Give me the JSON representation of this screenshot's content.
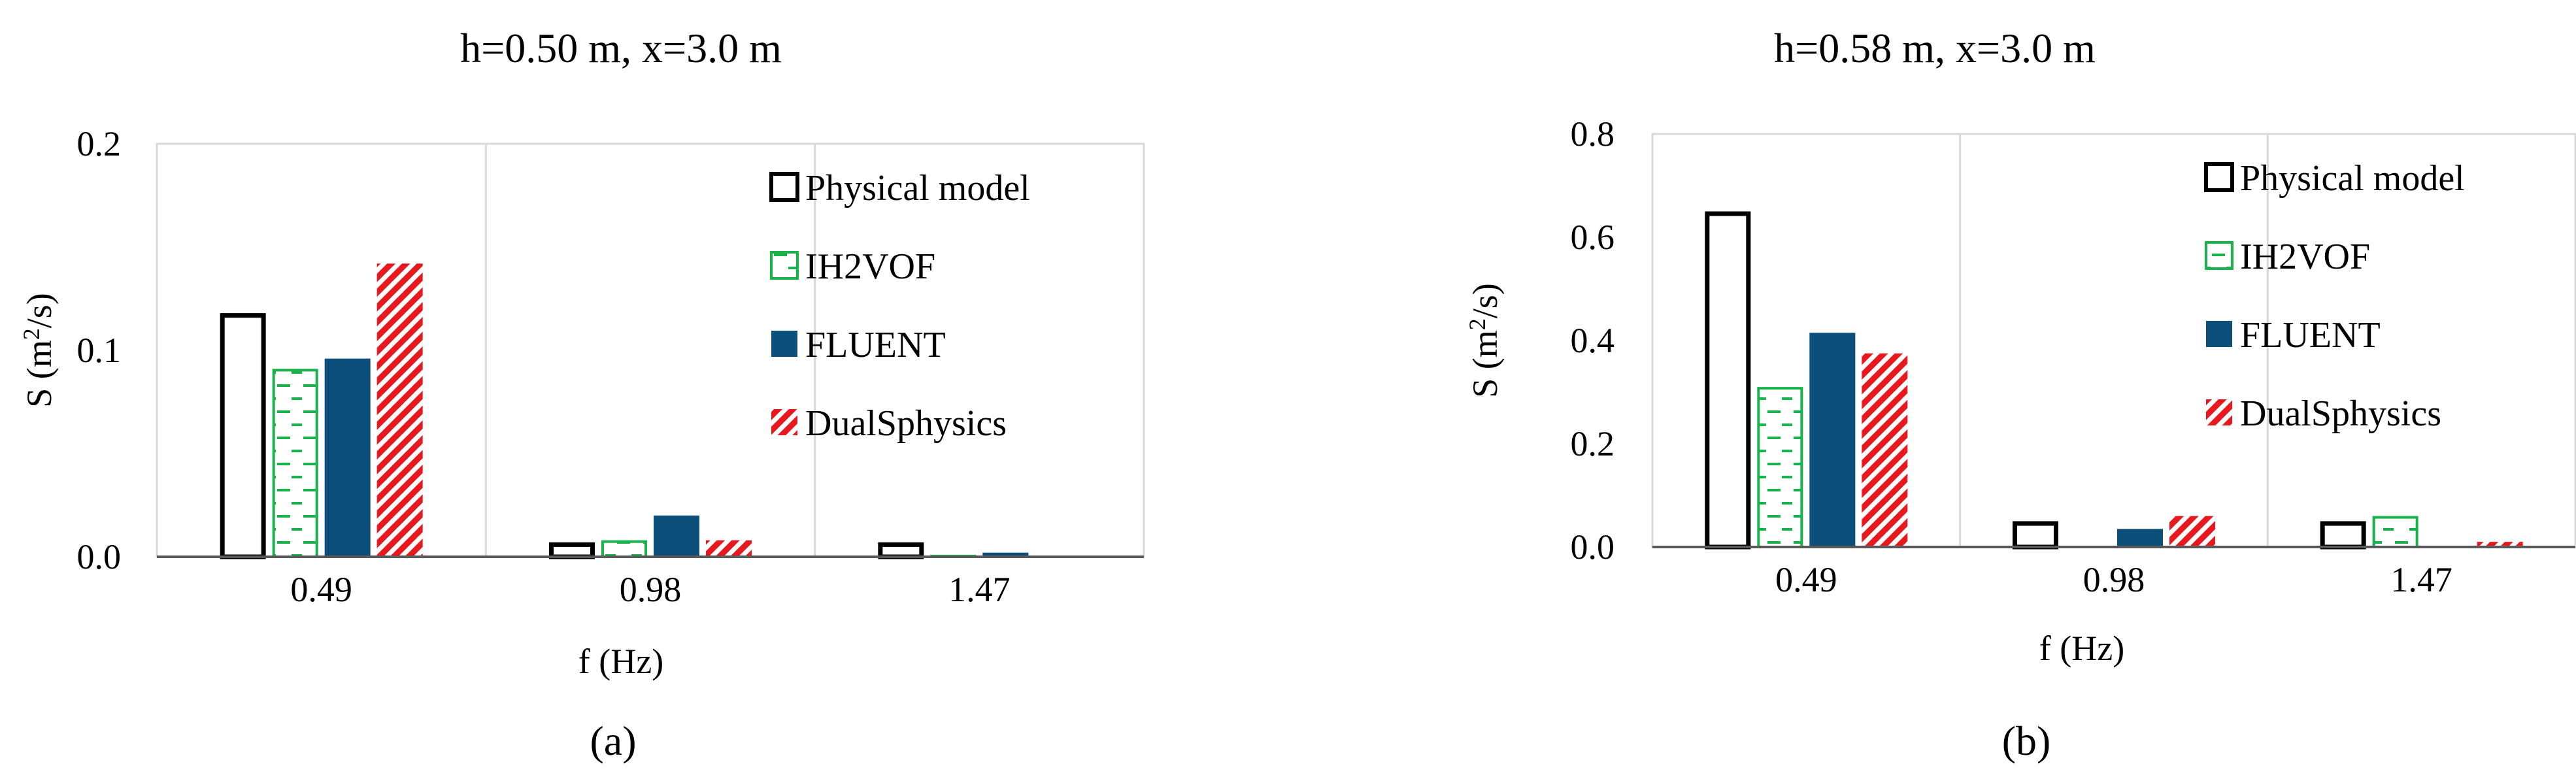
{
  "figure": {
    "captions": [
      "(a)",
      "(b)"
    ],
    "colors": {
      "physical": "#000000",
      "ih2vof": "#19b24b",
      "fluent": "#0b4f7a",
      "dualsphysics": "#e8191e",
      "grid": "#d9d9d9",
      "axis": "#595959"
    }
  },
  "chart_data": [
    {
      "type": "bar",
      "title": "h=0.50 m, x=3.0 m",
      "xlabel": "f (Hz)",
      "ylabel": "S (m²/s)",
      "categories": [
        "0.49",
        "0.98",
        "1.47"
      ],
      "ylim": [
        0,
        0.2
      ],
      "yticks": [
        0.0,
        0.1,
        0.2
      ],
      "ytick_labels": [
        "0.0",
        "0.1",
        "0.2"
      ],
      "legend_position": "top-right",
      "grid": "vertical",
      "series": [
        {
          "name": "Physical model",
          "values": [
            0.118,
            0.007,
            0.007
          ]
        },
        {
          "name": "IH2VOF",
          "values": [
            0.091,
            0.008,
            0.001
          ]
        },
        {
          "name": "FLUENT",
          "values": [
            0.096,
            0.02,
            0.002
          ]
        },
        {
          "name": "DualSphysics",
          "values": [
            0.142,
            0.008,
            0.0
          ]
        }
      ]
    },
    {
      "type": "bar",
      "title": "h=0.58 m, x=3.0 m",
      "xlabel": "f (Hz)",
      "ylabel": "S (m²/s)",
      "categories": [
        "0.49",
        "0.98",
        "1.47"
      ],
      "ylim": [
        0,
        0.8
      ],
      "yticks": [
        0.0,
        0.2,
        0.4,
        0.6,
        0.8
      ],
      "ytick_labels": [
        "0.0",
        "0.2",
        "0.4",
        "0.6",
        "0.8"
      ],
      "legend_position": "top-right",
      "grid": "vertical",
      "series": [
        {
          "name": "Physical model",
          "values": [
            0.65,
            0.05,
            0.05
          ]
        },
        {
          "name": "IH2VOF",
          "values": [
            0.31,
            0.002,
            0.06
          ]
        },
        {
          "name": "FLUENT",
          "values": [
            0.415,
            0.035,
            0.0
          ]
        },
        {
          "name": "DualSphysics",
          "values": [
            0.375,
            0.06,
            0.01
          ]
        }
      ]
    }
  ]
}
